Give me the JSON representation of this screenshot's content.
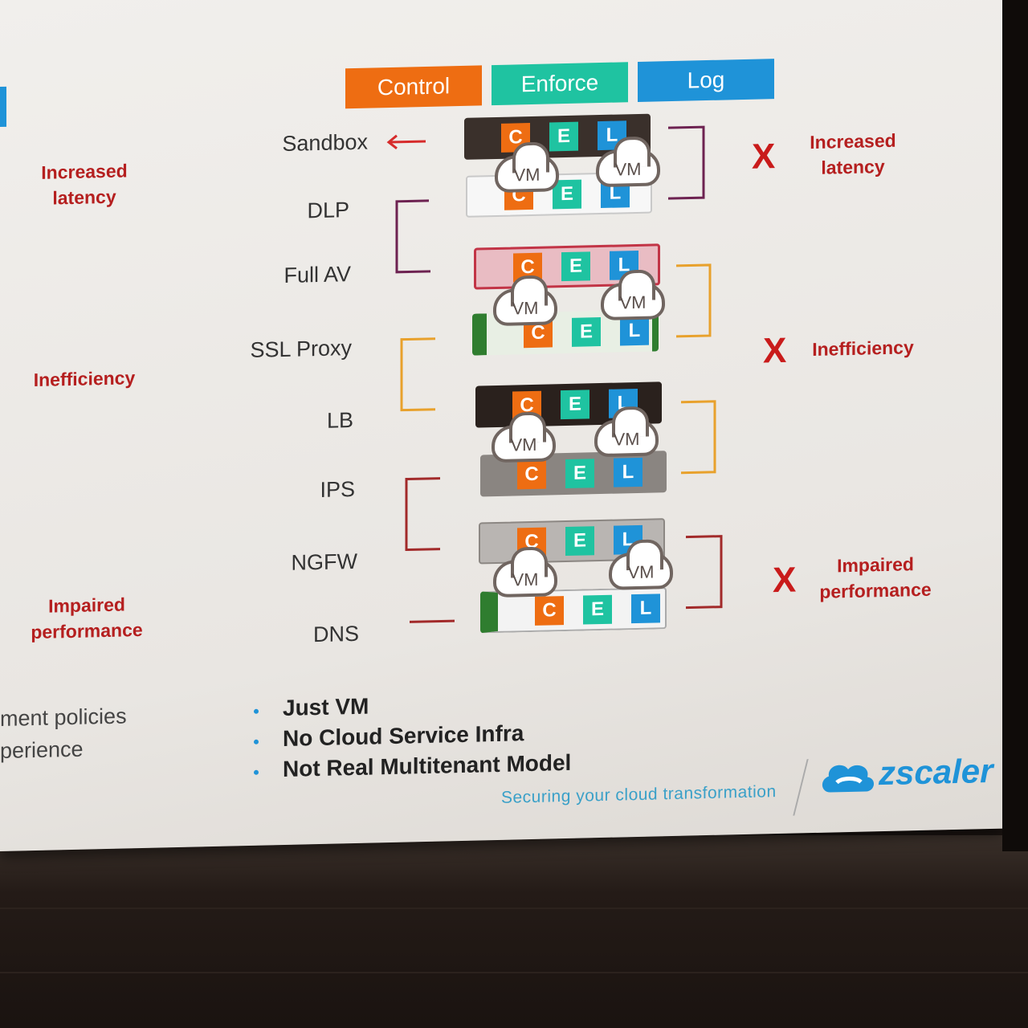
{
  "legend": {
    "control": "Control",
    "enforce": "Enforce",
    "log": "Log"
  },
  "colors": {
    "control": "#ee6d12",
    "enforce": "#1fc3a1",
    "log": "#1f93d8",
    "issue": "#b51f1f",
    "brand": "#1f93d8"
  },
  "functions": [
    "Sandbox",
    "DLP",
    "Full AV",
    "SSL Proxy",
    "LB",
    "IPS",
    "NGFW",
    "DNS"
  ],
  "chips": {
    "c": "C",
    "e": "E",
    "l": "L"
  },
  "vm_label": "VM",
  "issues": {
    "latency": {
      "mark": "X",
      "line1": "Increased",
      "line2": "latency"
    },
    "inefficiency": {
      "mark": "X",
      "text": "Inefficiency"
    },
    "performance": {
      "mark": "X",
      "line1": "Impaired",
      "line2": "performance"
    }
  },
  "left_column": {
    "latency": {
      "line1": "Increased",
      "line2": "latency"
    },
    "inefficiency": "Inefficiency",
    "performance": {
      "line1": "Impaired",
      "line2": "performance"
    },
    "text_line1": "ment policies",
    "text_line2": "perience"
  },
  "bullets": [
    "Just VM",
    "No Cloud Service Infra",
    "Not Real Multitenant Model"
  ],
  "footer": {
    "tagline": "Securing your cloud transformation",
    "brand": "zscaler"
  }
}
